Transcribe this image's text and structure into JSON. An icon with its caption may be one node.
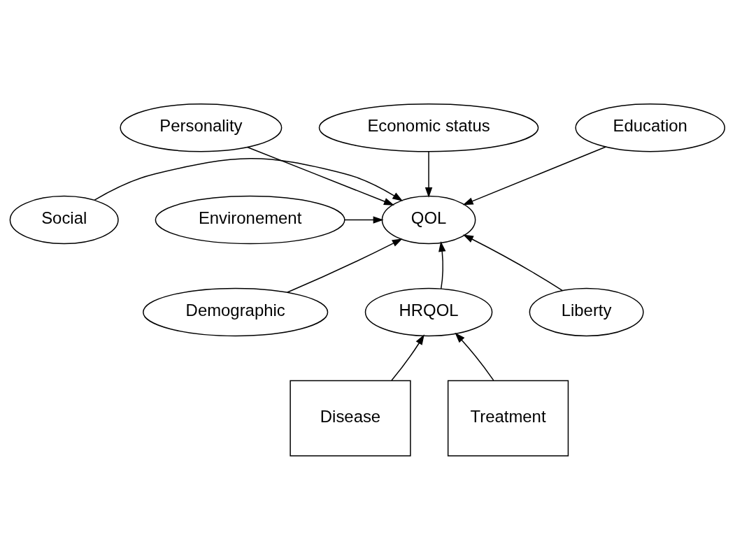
{
  "diagram": {
    "nodes": [
      {
        "text": [
          "Personality"
        ]
      },
      {
        "text": [
          "Economic status"
        ]
      },
      {
        "text": [
          "Education"
        ]
      },
      {
        "text": [
          "Social"
        ]
      },
      {
        "text": [
          "QOL"
        ]
      },
      {
        "text": [
          "Environement"
        ]
      },
      {
        "text": [
          "Demographic"
        ]
      },
      {
        "text": [
          "HRQOL"
        ]
      },
      {
        "text": [
          "Liberty"
        ]
      },
      {
        "text": [
          "Disease"
        ]
      },
      {
        "text": [
          "Treatment"
        ]
      }
    ],
    "edges": [
      {
        "from": 0,
        "to": 4,
        "arrow": "to"
      },
      {
        "from": 1,
        "to": 4,
        "arrow": "to"
      },
      {
        "from": 2,
        "to": 4,
        "arrow": "to"
      },
      {
        "from": 3,
        "to": 4,
        "arrow": "to"
      },
      {
        "from": 5,
        "to": 4,
        "arrow": "to"
      },
      {
        "from": 6,
        "to": 4,
        "arrow": "to"
      },
      {
        "from": 7,
        "to": 4,
        "arrow": "to"
      },
      {
        "from": 8,
        "to": 4,
        "arrow": "to"
      },
      {
        "from": 9,
        "to": 7,
        "arrow": "to"
      },
      {
        "from": 10,
        "to": 7,
        "arrow": "to"
      }
    ]
  }
}
